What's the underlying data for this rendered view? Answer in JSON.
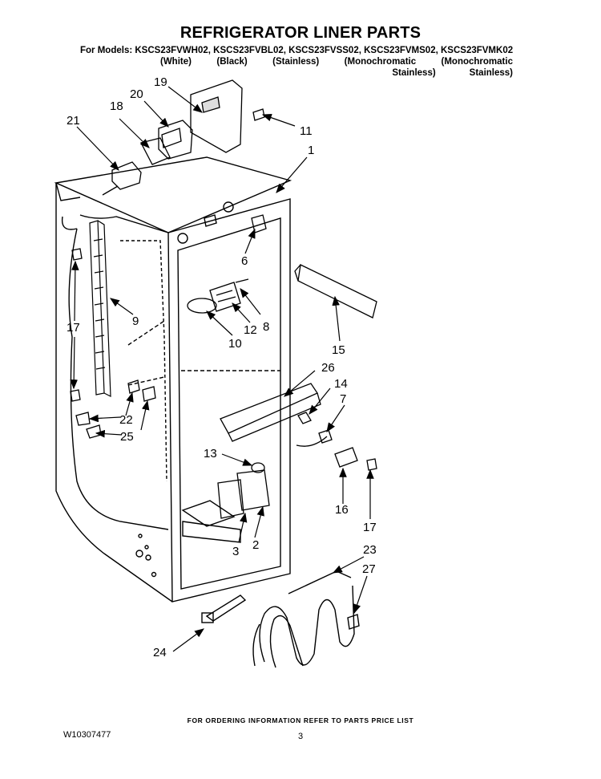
{
  "title": "REFRIGERATOR LINER PARTS",
  "models": {
    "prefix": "For Models:",
    "list": [
      "KSCS23FVWH02,",
      "KSCS23FVBL02,",
      "KSCS23FVSS02,",
      "KSCS23FVMS02,",
      "KSCS23FVMK02"
    ],
    "finishes": [
      "(White)",
      "(Black)",
      "(Stainless)",
      "(Monochromatic",
      "(Monochromatic"
    ],
    "finishes_line2": [
      "Stainless)",
      "Stainless)"
    ]
  },
  "callouts": [
    "1",
    "2",
    "3",
    "6",
    "7",
    "8",
    "9",
    "10",
    "11",
    "12",
    "13",
    "14",
    "15",
    "16",
    "17",
    "17",
    "17",
    "18",
    "19",
    "20",
    "21",
    "22",
    "23",
    "24",
    "25",
    "26",
    "27"
  ],
  "footer": {
    "ordering_note": "FOR ORDERING INFORMATION REFER TO PARTS PRICE LIST",
    "document_number": "W10307477",
    "page_number": "3"
  }
}
